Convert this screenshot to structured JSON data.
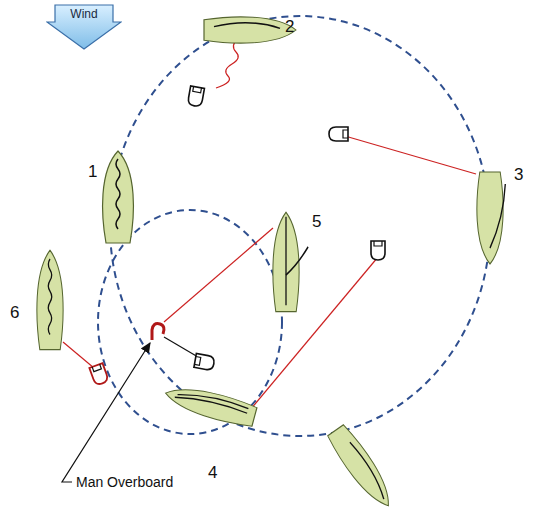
{
  "diagram": {
    "nodes": [
      {
        "text": [
          "Wind"
        ]
      }
    ],
    "labels": [
      "2",
      "1",
      "3",
      "5",
      "6",
      "4",
      "Man Overboard"
    ]
  }
}
